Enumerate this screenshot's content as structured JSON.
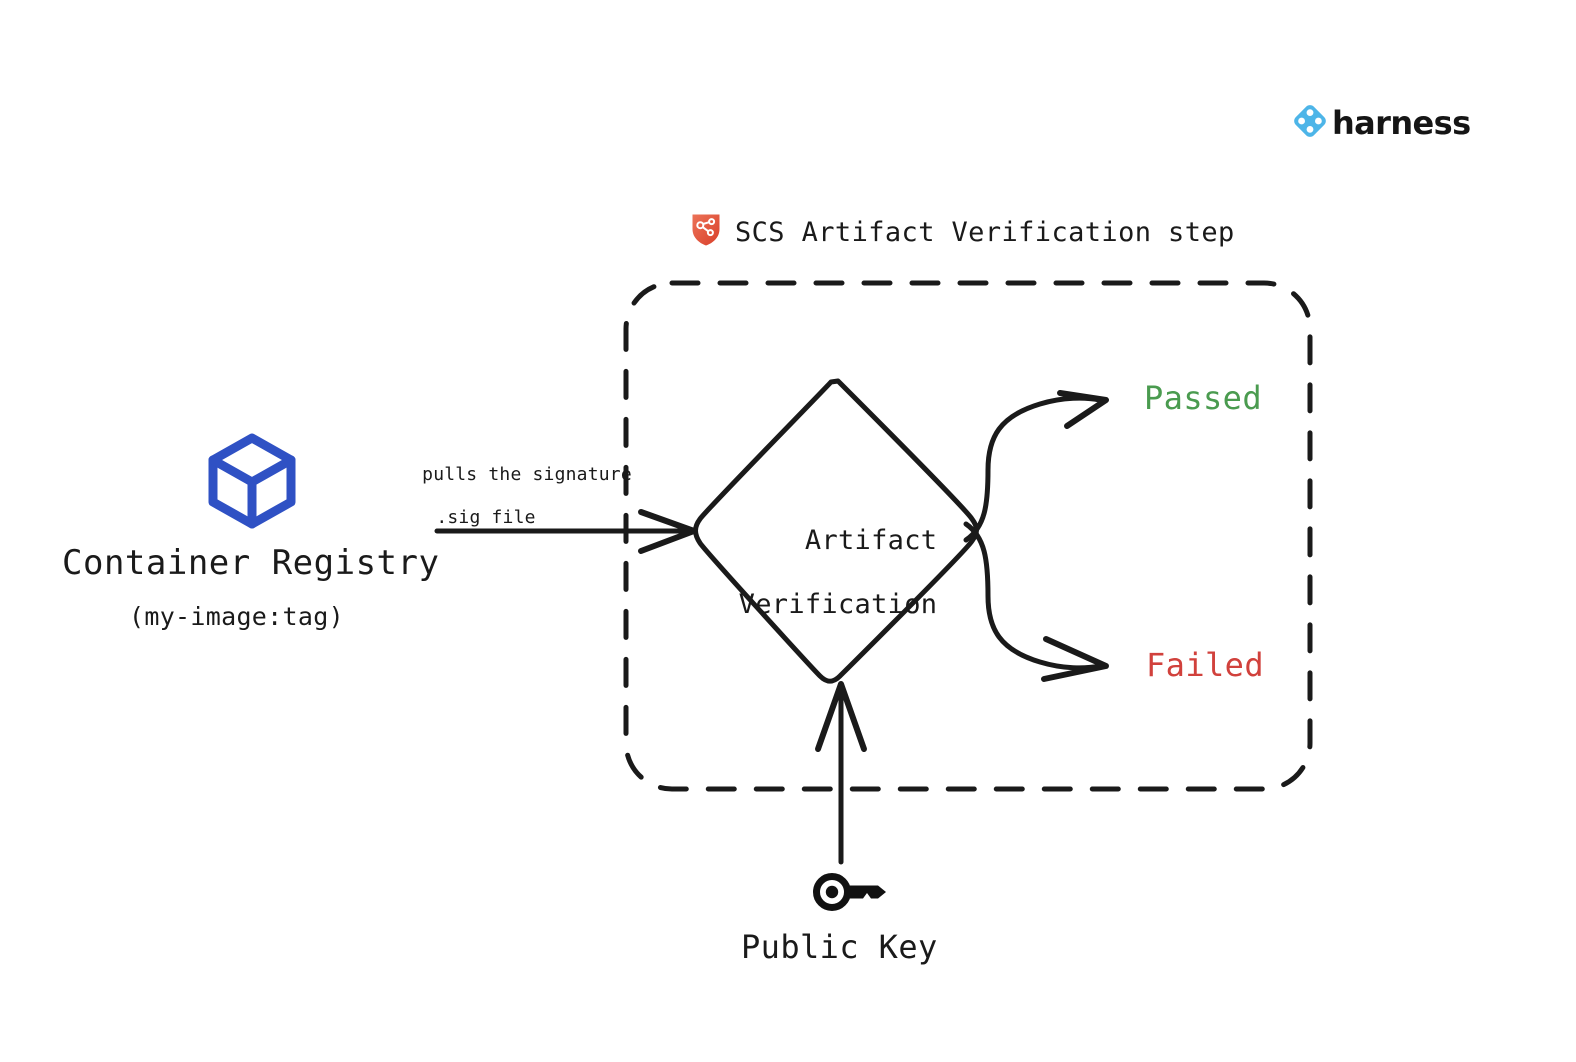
{
  "brand": {
    "name": "harness",
    "logo_icon": "harness-diamond-logo-icon",
    "logo_color": "#4DB5E8"
  },
  "step": {
    "icon": "scs-shield-network-icon",
    "icon_color": "#E4543C",
    "title": "SCS Artifact Verification step"
  },
  "source": {
    "icon": "container-cube-icon",
    "icon_color": "#2F51C4",
    "title": "Container Registry",
    "subtitle": "(my-image:tag)"
  },
  "edges": {
    "pull_label_line1": "pulls the signature",
    "pull_label_line2": ".sig file"
  },
  "decision": {
    "label_line1": "Artifact",
    "label_line2": "Verification"
  },
  "outcomes": [
    {
      "label": "Passed",
      "color": "#4A9B4F"
    },
    {
      "label": "Failed",
      "color": "#D1413C"
    }
  ],
  "key": {
    "icon": "public-key-icon",
    "icon_color": "#111111",
    "label": "Public Key"
  },
  "style": {
    "stroke": "#1a1a1a",
    "background": "#ffffff"
  }
}
